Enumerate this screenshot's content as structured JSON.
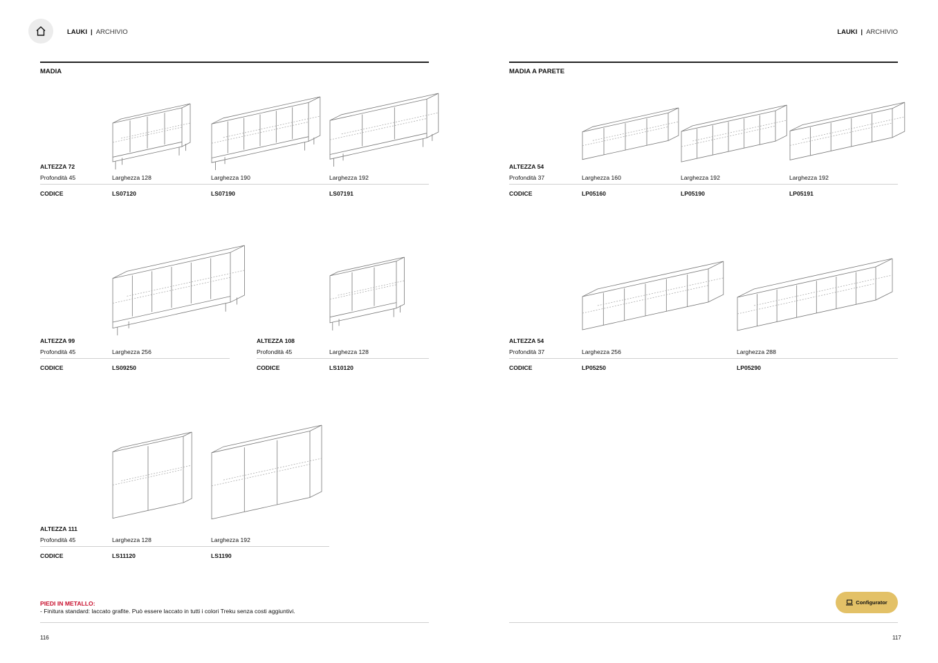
{
  "header": {
    "brand": "LAUKI",
    "separator": "|",
    "section": "ARCHIVIO"
  },
  "left_page": {
    "title": "MADIA",
    "groups": [
      {
        "altezza": "ALTEZZA 72",
        "profondita": "Profondità 45",
        "codice_label": "CODICE",
        "items": [
          {
            "larghezza": "Larghezza 128",
            "codice": "LS07120"
          },
          {
            "larghezza": "Larghezza 190",
            "codice": "LS07190"
          },
          {
            "larghezza": "Larghezza 192",
            "codice": "LS07191"
          }
        ]
      },
      {
        "altezza": "ALTEZZA 99",
        "profondita": "Profondità 45",
        "codice_label": "CODICE",
        "items": [
          {
            "larghezza": "Larghezza 256",
            "codice": "LS09250"
          }
        ]
      },
      {
        "altezza": "ALTEZZA 108",
        "profondita": "Profondità 45",
        "codice_label": "CODICE",
        "items": [
          {
            "larghezza": "Larghezza 128",
            "codice": "LS10120"
          }
        ]
      },
      {
        "altezza": "ALTEZZA 111",
        "profondita": "Profondità 45",
        "codice_label": "CODICE",
        "items": [
          {
            "larghezza": "Larghezza 128",
            "codice": "LS11120"
          },
          {
            "larghezza": "Larghezza 192",
            "codice": "LS1190"
          }
        ]
      }
    ],
    "note_title": "PIEDI IN METALLO:",
    "note_text": "- Finitura standard: laccato grafite. Può essere laccato in tutti i colori Treku senza costi aggiuntivi.",
    "page_number": "116"
  },
  "right_page": {
    "title": "MADIA A PARETE",
    "groups": [
      {
        "altezza": "ALTEZZA 54",
        "profondita": "Profondità 37",
        "codice_label": "CODICE",
        "items": [
          {
            "larghezza": "Larghezza 160",
            "codice": "LP05160"
          },
          {
            "larghezza": "Larghezza 192",
            "codice": "LP05190"
          },
          {
            "larghezza": "Larghezza 192",
            "codice": "LP05191"
          }
        ]
      },
      {
        "altezza": "ALTEZZA 54",
        "profondita": "Profondità 37",
        "codice_label": "CODICE",
        "items": [
          {
            "larghezza": "Larghezza 256",
            "codice": "LP05250"
          },
          {
            "larghezza": "Larghezza 288",
            "codice": "LP05290"
          }
        ]
      }
    ],
    "configurator_label": "Configurator",
    "page_number": "117"
  },
  "icons": {
    "home": "home-icon",
    "configurator": "laptop-icon"
  },
  "colors": {
    "accent": "#c8102e",
    "button": "#e3c167"
  }
}
